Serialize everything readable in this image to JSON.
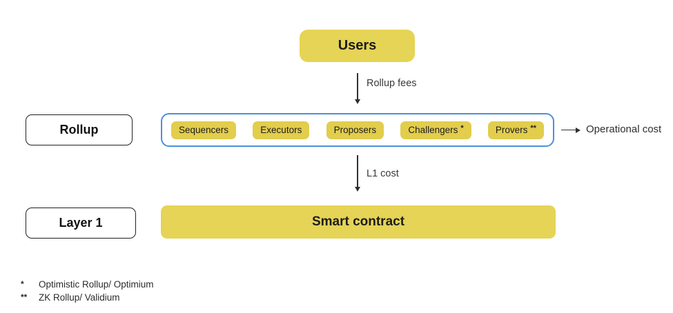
{
  "users": {
    "label": "Users"
  },
  "flows": {
    "rollup_fees": "Rollup fees",
    "l1_cost": "L1 cost",
    "operational_cost": "Operational cost"
  },
  "rollup": {
    "label": "Rollup",
    "nodes": [
      {
        "label": "Sequencers",
        "marker": ""
      },
      {
        "label": "Executors",
        "marker": ""
      },
      {
        "label": "Proposers",
        "marker": ""
      },
      {
        "label": "Challengers",
        "marker": "*"
      },
      {
        "label": "Provers",
        "marker": "**"
      }
    ]
  },
  "layer1": {
    "label": "Layer 1",
    "smart_contract_label": "Smart contract"
  },
  "footnotes": [
    {
      "marker": "*",
      "text": "Optimistic Rollup/ Optimium"
    },
    {
      "marker": "**",
      "text": "ZK Rollup/ Validium"
    }
  ],
  "colors": {
    "box_yellow": "#E5D455",
    "node_yellow": "#E2CD4D",
    "container_blue": "#4A90D9",
    "outline_dark": "#1F1F1F",
    "text_dark": "#1C1C1C",
    "background": "#FFFFFF"
  }
}
